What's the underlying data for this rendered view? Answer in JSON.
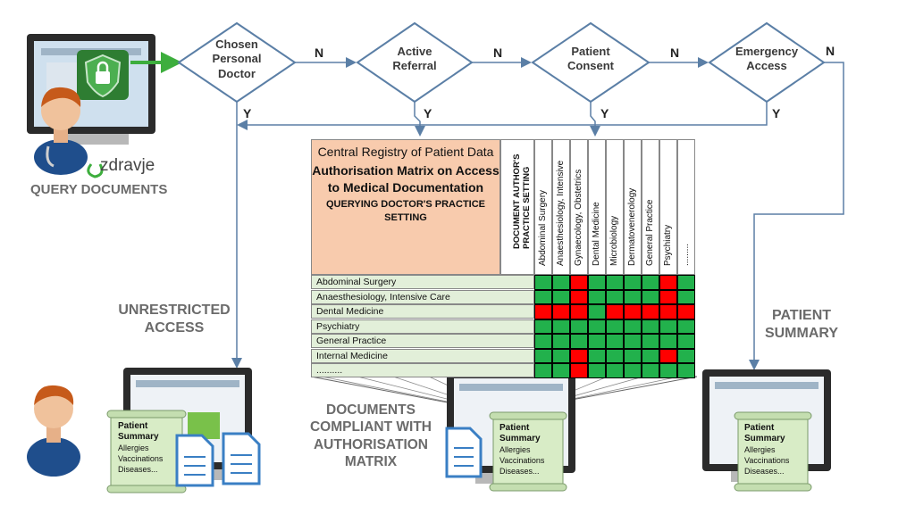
{
  "colors": {
    "allowed": "#22b14c",
    "denied": "#ff0000",
    "arrow": "#5b7fa6",
    "start_arrow": "#3dae3d",
    "decision_border": "#5b7fa6",
    "header_fill": "#f8cbad",
    "row_label_fill": "#e2efd9"
  },
  "decisions": [
    {
      "label": "Chosen Personal Doctor",
      "no_label": "N",
      "yes_label": "Y"
    },
    {
      "label": "Active Referral",
      "no_label": "N",
      "yes_label": "Y"
    },
    {
      "label": "Patient Consent",
      "no_label": "N",
      "yes_label": "Y"
    },
    {
      "label": "Emergency Access",
      "no_label": "N",
      "yes_label": "Y"
    }
  ],
  "brand": "zdravje",
  "labels": {
    "query_documents": "QUERY DOCUMENTS",
    "unrestricted_access": "UNRESTRICTED ACCESS",
    "patient_summary": "PATIENT SUMMARY",
    "compliant_documents": "DOCUMENTS COMPLIANT WITH AUTHORISATION MATRIX"
  },
  "matrix": {
    "title_line1": "Central Registry of Patient Data",
    "title_line2": "Authorisation Matrix on Access to Medical Documentation",
    "row_axis_label": "QUERYING DOCTOR'S PRACTICE SETTING",
    "col_axis_label": "DOCUMENT AUTHOR'S PRACTICE SETTING",
    "columns": [
      "Abdominal Surgery",
      "Anaesthesiology, Intensive",
      "Gynaecology, Obstetrics",
      "Dental Medicine",
      "Microbiology",
      "Dermatovenerology",
      "General Practice",
      "Psychiatry",
      "........."
    ],
    "rows": [
      {
        "label": "Abdominal Surgery",
        "cells": [
          "allowed",
          "allowed",
          "denied",
          "allowed",
          "allowed",
          "allowed",
          "allowed",
          "denied",
          "allowed"
        ]
      },
      {
        "label": "Anaesthesiology, Intensive Care",
        "cells": [
          "allowed",
          "allowed",
          "denied",
          "allowed",
          "allowed",
          "allowed",
          "allowed",
          "denied",
          "allowed"
        ]
      },
      {
        "label": "Dental Medicine",
        "cells": [
          "denied",
          "denied",
          "denied",
          "allowed",
          "denied",
          "denied",
          "denied",
          "denied",
          "denied"
        ]
      },
      {
        "label": "Psychiatry",
        "cells": [
          "allowed",
          "allowed",
          "allowed",
          "allowed",
          "allowed",
          "allowed",
          "allowed",
          "allowed",
          "allowed"
        ]
      },
      {
        "label": "General Practice",
        "cells": [
          "allowed",
          "allowed",
          "allowed",
          "allowed",
          "allowed",
          "allowed",
          "allowed",
          "allowed",
          "allowed"
        ]
      },
      {
        "label": "Internal Medicine",
        "cells": [
          "allowed",
          "allowed",
          "denied",
          "allowed",
          "allowed",
          "allowed",
          "allowed",
          "denied",
          "allowed"
        ]
      },
      {
        "label": "..........",
        "cells": [
          "allowed",
          "allowed",
          "denied",
          "allowed",
          "allowed",
          "allowed",
          "allowed",
          "allowed",
          "allowed"
        ]
      }
    ]
  },
  "patient_summary_note": {
    "title": "Patient Summary",
    "items": [
      "Allergies",
      "Vaccinations",
      "Diseases..."
    ]
  }
}
